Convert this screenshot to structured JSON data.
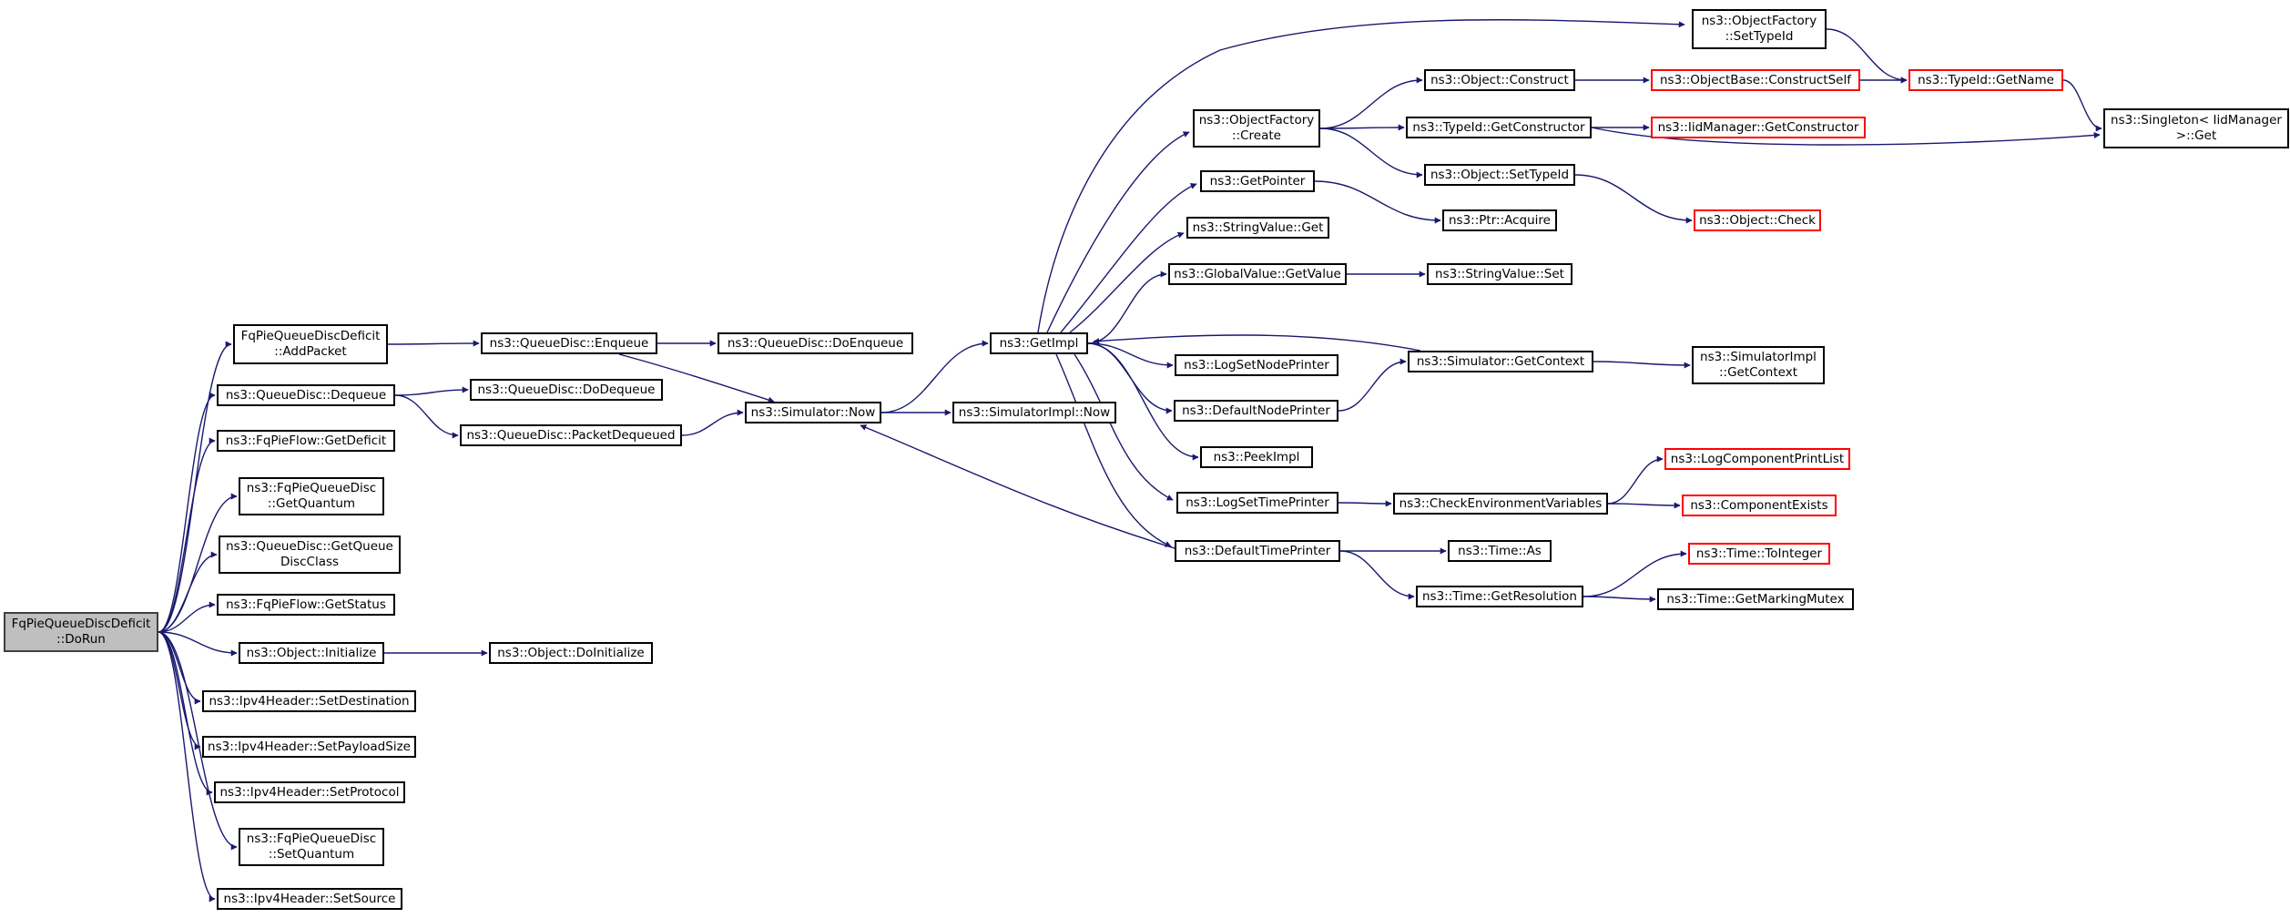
{
  "graph": {
    "edge_color": "#191970",
    "node_border": "#000000",
    "truncated_node_border": "#ff0000",
    "root_fill": "#bfbfbf",
    "nodes": [
      {
        "id": "root",
        "lines": [
          "FqPieQueueDiscDeficit",
          "::DoRun"
        ],
        "style": "root"
      },
      {
        "id": "addpacket",
        "lines": [
          "FqPieQueueDiscDeficit",
          "::AddPacket"
        ],
        "style": "normal"
      },
      {
        "id": "qd_dequeue",
        "lines": [
          "ns3::QueueDisc::Dequeue"
        ],
        "style": "normal"
      },
      {
        "id": "getdeficit",
        "lines": [
          "ns3::FqPieFlow::GetDeficit"
        ],
        "style": "normal"
      },
      {
        "id": "getquantum",
        "lines": [
          "ns3::FqPieQueueDisc",
          "::GetQuantum"
        ],
        "style": "normal"
      },
      {
        "id": "getqueuediscclass",
        "lines": [
          "ns3::QueueDisc::GetQueue",
          "DiscClass"
        ],
        "style": "normal"
      },
      {
        "id": "getstatus",
        "lines": [
          "ns3::FqPieFlow::GetStatus"
        ],
        "style": "normal"
      },
      {
        "id": "initialize",
        "lines": [
          "ns3::Object::Initialize"
        ],
        "style": "normal"
      },
      {
        "id": "setdestination",
        "lines": [
          "ns3::Ipv4Header::SetDestination"
        ],
        "style": "normal"
      },
      {
        "id": "setpayloadsize",
        "lines": [
          "ns3::Ipv4Header::SetPayloadSize"
        ],
        "style": "normal"
      },
      {
        "id": "setprotocol",
        "lines": [
          "ns3::Ipv4Header::SetProtocol"
        ],
        "style": "normal"
      },
      {
        "id": "setquantum",
        "lines": [
          "ns3::FqPieQueueDisc",
          "::SetQuantum"
        ],
        "style": "normal"
      },
      {
        "id": "setsource",
        "lines": [
          "ns3::Ipv4Header::SetSource"
        ],
        "style": "normal"
      },
      {
        "id": "qd_enqueue",
        "lines": [
          "ns3::QueueDisc::Enqueue"
        ],
        "style": "normal"
      },
      {
        "id": "qd_doenqueue",
        "lines": [
          "ns3::QueueDisc::DoEnqueue"
        ],
        "style": "normal"
      },
      {
        "id": "qd_dodequeue",
        "lines": [
          "ns3::QueueDisc::DoDequeue"
        ],
        "style": "normal"
      },
      {
        "id": "qd_packetdequeued",
        "lines": [
          "ns3::QueueDisc::PacketDequeued"
        ],
        "style": "normal"
      },
      {
        "id": "sim_now",
        "lines": [
          "ns3::Simulator::Now"
        ],
        "style": "normal"
      },
      {
        "id": "obj_doinitialize",
        "lines": [
          "ns3::Object::DoInitialize"
        ],
        "style": "normal"
      },
      {
        "id": "getimpl",
        "lines": [
          "ns3::GetImpl"
        ],
        "style": "normal"
      },
      {
        "id": "simimpl_now",
        "lines": [
          "ns3::SimulatorImpl::Now"
        ],
        "style": "normal"
      },
      {
        "id": "objfactory_create",
        "lines": [
          "ns3::ObjectFactory",
          "::Create"
        ],
        "style": "normal"
      },
      {
        "id": "getpointer",
        "lines": [
          "ns3::GetPointer"
        ],
        "style": "normal"
      },
      {
        "id": "stringvalue_get",
        "lines": [
          "ns3::StringValue::Get"
        ],
        "style": "normal"
      },
      {
        "id": "globalvalue_getvalue",
        "lines": [
          "ns3::GlobalValue::GetValue"
        ],
        "style": "normal"
      },
      {
        "id": "logsetnodeprinter",
        "lines": [
          "ns3::LogSetNodePrinter"
        ],
        "style": "normal"
      },
      {
        "id": "defaultnodeprinter",
        "lines": [
          "ns3::DefaultNodePrinter"
        ],
        "style": "normal"
      },
      {
        "id": "peekimpl",
        "lines": [
          "ns3::PeekImpl"
        ],
        "style": "normal"
      },
      {
        "id": "logsettimeprinter",
        "lines": [
          "ns3::LogSetTimePrinter"
        ],
        "style": "normal"
      },
      {
        "id": "defaulttimeprinter",
        "lines": [
          "ns3::DefaultTimePrinter"
        ],
        "style": "normal"
      },
      {
        "id": "objfactory_settypeid",
        "lines": [
          "ns3::ObjectFactory",
          "::SetTypeId"
        ],
        "style": "normal"
      },
      {
        "id": "object_construct",
        "lines": [
          "ns3::Object::Construct"
        ],
        "style": "normal"
      },
      {
        "id": "typeid_getconstructor",
        "lines": [
          "ns3::TypeId::GetConstructor"
        ],
        "style": "normal"
      },
      {
        "id": "object_settypeid",
        "lines": [
          "ns3::Object::SetTypeId"
        ],
        "style": "normal"
      },
      {
        "id": "ptr_acquire",
        "lines": [
          "ns3::Ptr::Acquire"
        ],
        "style": "normal"
      },
      {
        "id": "stringvalue_set",
        "lines": [
          "ns3::StringValue::Set"
        ],
        "style": "normal"
      },
      {
        "id": "sim_getcontext",
        "lines": [
          "ns3::Simulator::GetContext"
        ],
        "style": "normal"
      },
      {
        "id": "checkenvvars",
        "lines": [
          "ns3::CheckEnvironmentVariables"
        ],
        "style": "normal"
      },
      {
        "id": "time_as",
        "lines": [
          "ns3::Time::As"
        ],
        "style": "normal"
      },
      {
        "id": "time_getresolution",
        "lines": [
          "ns3::Time::GetResolution"
        ],
        "style": "normal"
      },
      {
        "id": "objectbase_constructself",
        "lines": [
          "ns3::ObjectBase::ConstructSelf"
        ],
        "style": "red"
      },
      {
        "id": "iidmanager_getconstructor",
        "lines": [
          "ns3::IidManager::GetConstructor"
        ],
        "style": "red"
      },
      {
        "id": "object_check",
        "lines": [
          "ns3::Object::Check"
        ],
        "style": "red"
      },
      {
        "id": "simimpl_getcontext",
        "lines": [
          "ns3::SimulatorImpl",
          "::GetContext"
        ],
        "style": "normal"
      },
      {
        "id": "logcomponentprintlist",
        "lines": [
          "ns3::LogComponentPrintList"
        ],
        "style": "red"
      },
      {
        "id": "componentexists",
        "lines": [
          "ns3::ComponentExists"
        ],
        "style": "red"
      },
      {
        "id": "time_tointeger",
        "lines": [
          "ns3::Time::ToInteger"
        ],
        "style": "red"
      },
      {
        "id": "time_getmarkingmutex",
        "lines": [
          "ns3::Time::GetMarkingMutex"
        ],
        "style": "normal"
      },
      {
        "id": "typeid_getname",
        "lines": [
          "ns3::TypeId::GetName"
        ],
        "style": "red"
      },
      {
        "id": "singleton_get",
        "lines": [
          "ns3::Singleton< IidManager",
          " >::Get"
        ],
        "style": "normal"
      }
    ],
    "edges": [
      [
        "root",
        "addpacket"
      ],
      [
        "root",
        "qd_dequeue"
      ],
      [
        "root",
        "getdeficit"
      ],
      [
        "root",
        "getquantum"
      ],
      [
        "root",
        "getqueuediscclass"
      ],
      [
        "root",
        "getstatus"
      ],
      [
        "root",
        "initialize"
      ],
      [
        "root",
        "setdestination"
      ],
      [
        "root",
        "setpayloadsize"
      ],
      [
        "root",
        "setprotocol"
      ],
      [
        "root",
        "setquantum"
      ],
      [
        "root",
        "setsource"
      ],
      [
        "addpacket",
        "qd_enqueue"
      ],
      [
        "qd_enqueue",
        "qd_doenqueue"
      ],
      [
        "qd_enqueue",
        "sim_now"
      ],
      [
        "qd_dequeue",
        "qd_dodequeue"
      ],
      [
        "qd_dequeue",
        "qd_packetdequeued"
      ],
      [
        "qd_packetdequeued",
        "sim_now"
      ],
      [
        "initialize",
        "obj_doinitialize"
      ],
      [
        "sim_now",
        "getimpl"
      ],
      [
        "sim_now",
        "simimpl_now"
      ],
      [
        "getimpl",
        "objfactory_settypeid"
      ],
      [
        "getimpl",
        "objfactory_create"
      ],
      [
        "getimpl",
        "getpointer"
      ],
      [
        "getimpl",
        "stringvalue_get"
      ],
      [
        "getimpl",
        "globalvalue_getvalue"
      ],
      [
        "getimpl",
        "logsetnodeprinter"
      ],
      [
        "getimpl",
        "defaultnodeprinter"
      ],
      [
        "getimpl",
        "peekimpl"
      ],
      [
        "getimpl",
        "logsettimeprinter"
      ],
      [
        "getimpl",
        "defaulttimeprinter"
      ],
      [
        "objfactory_settypeid",
        "typeid_getname"
      ],
      [
        "objfactory_create",
        "object_construct"
      ],
      [
        "objfactory_create",
        "typeid_getconstructor"
      ],
      [
        "objfactory_create",
        "object_settypeid"
      ],
      [
        "object_construct",
        "objectbase_constructself"
      ],
      [
        "objectbase_constructself",
        "typeid_getname"
      ],
      [
        "typeid_getname",
        "singleton_get"
      ],
      [
        "typeid_getconstructor",
        "iidmanager_getconstructor"
      ],
      [
        "typeid_getconstructor",
        "singleton_get"
      ],
      [
        "object_settypeid",
        "object_check"
      ],
      [
        "getpointer",
        "ptr_acquire"
      ],
      [
        "globalvalue_getvalue",
        "stringvalue_set"
      ],
      [
        "sim_getcontext",
        "getimpl"
      ],
      [
        "sim_getcontext",
        "simimpl_getcontext"
      ],
      [
        "defaultnodeprinter",
        "sim_getcontext"
      ],
      [
        "logsettimeprinter",
        "checkenvvars"
      ],
      [
        "checkenvvars",
        "logcomponentprintlist"
      ],
      [
        "checkenvvars",
        "componentexists"
      ],
      [
        "defaulttimeprinter",
        "sim_now"
      ],
      [
        "defaulttimeprinter",
        "time_as"
      ],
      [
        "defaulttimeprinter",
        "time_getresolution"
      ],
      [
        "time_getresolution",
        "time_tointeger"
      ],
      [
        "time_getresolution",
        "time_getmarkingmutex"
      ]
    ]
  }
}
